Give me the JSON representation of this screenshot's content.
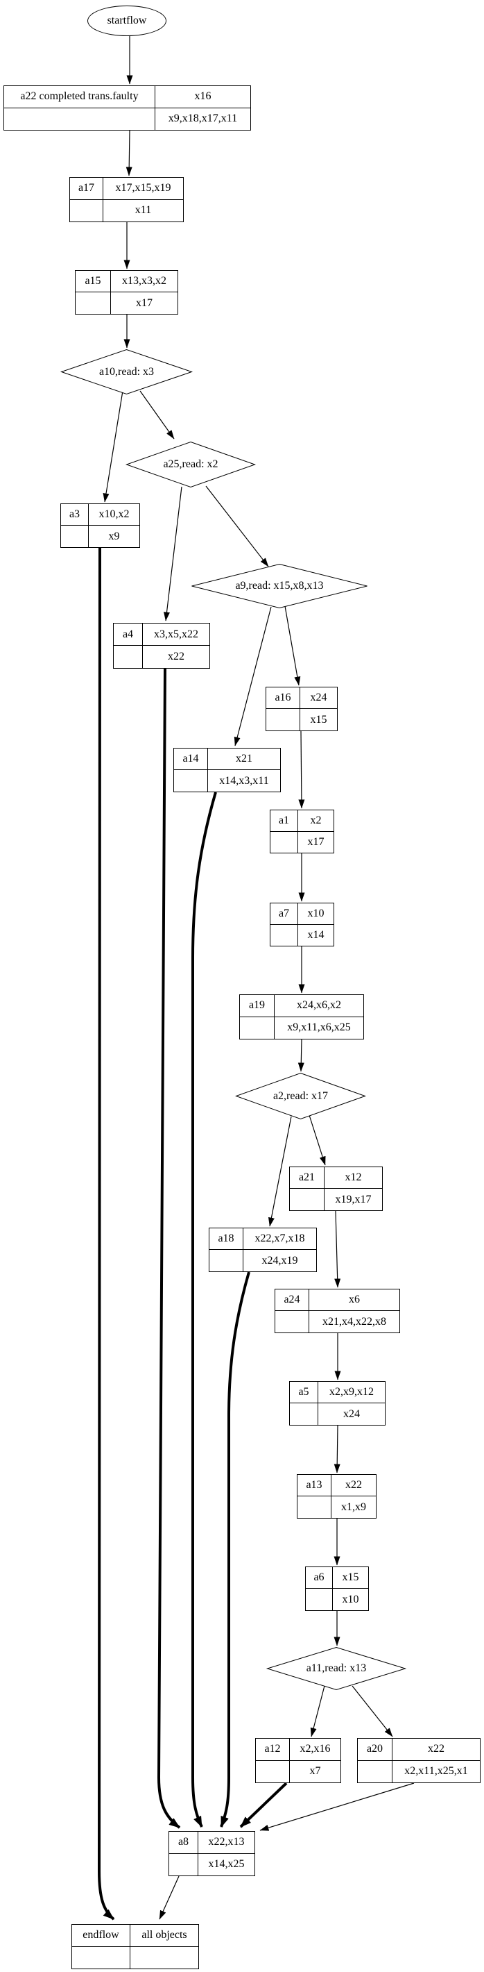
{
  "diagram": {
    "start": {
      "label": "startflow"
    },
    "end": {
      "name": "endflow",
      "scope": "all objects"
    },
    "activities": [
      {
        "id": "a22",
        "name": "a22 completed trans.faulty",
        "top": "x16",
        "bottom": "x9,x18,x17,x11"
      },
      {
        "id": "a17",
        "name": "a17",
        "top": "x17,x15,x19",
        "bottom": "x11"
      },
      {
        "id": "a15",
        "name": "a15",
        "top": "x13,x3,x2",
        "bottom": "x17"
      },
      {
        "id": "a3",
        "name": "a3",
        "top": "x10,x2",
        "bottom": "x9"
      },
      {
        "id": "a4",
        "name": "a4",
        "top": "x3,x5,x22",
        "bottom": "x22"
      },
      {
        "id": "a16",
        "name": "a16",
        "top": "x24",
        "bottom": "x15"
      },
      {
        "id": "a14",
        "name": "a14",
        "top": "x21",
        "bottom": "x14,x3,x11"
      },
      {
        "id": "a1",
        "name": "a1",
        "top": "x2",
        "bottom": "x17"
      },
      {
        "id": "a7",
        "name": "a7",
        "top": "x10",
        "bottom": "x14"
      },
      {
        "id": "a19",
        "name": "a19",
        "top": "x24,x6,x2",
        "bottom": "x9,x11,x6,x25"
      },
      {
        "id": "a21",
        "name": "a21",
        "top": "x12",
        "bottom": "x19,x17"
      },
      {
        "id": "a18",
        "name": "a18",
        "top": "x22,x7,x18",
        "bottom": "x24,x19"
      },
      {
        "id": "a24",
        "name": "a24",
        "top": "x6",
        "bottom": "x21,x4,x22,x8"
      },
      {
        "id": "a5",
        "name": "a5",
        "top": "x2,x9,x12",
        "bottom": "x24"
      },
      {
        "id": "a13",
        "name": "a13",
        "top": "x22",
        "bottom": "x1,x9"
      },
      {
        "id": "a6",
        "name": "a6",
        "top": "x15",
        "bottom": "x10"
      },
      {
        "id": "a12",
        "name": "a12",
        "top": "x2,x16",
        "bottom": "x7"
      },
      {
        "id": "a20",
        "name": "a20",
        "top": "x22",
        "bottom": "x2,x11,x25,x1"
      },
      {
        "id": "a8",
        "name": "a8",
        "top": "x22,x13",
        "bottom": "x14,x25"
      }
    ],
    "decisions": [
      {
        "id": "a10",
        "label": "a10,read: x3"
      },
      {
        "id": "a25",
        "label": "a25,read: x2"
      },
      {
        "id": "a9",
        "label": "a9,read: x15,x8,x13"
      },
      {
        "id": "a2",
        "label": "a2,read: x17"
      },
      {
        "id": "a11",
        "label": "a11,read: x13"
      }
    ],
    "edges": [
      {
        "from": "startflow",
        "to": "a22",
        "bold": false
      },
      {
        "from": "a22",
        "to": "a17",
        "bold": false
      },
      {
        "from": "a17",
        "to": "a15",
        "bold": false
      },
      {
        "from": "a15",
        "to": "a10",
        "bold": false
      },
      {
        "from": "a10",
        "to": "a3",
        "bold": false
      },
      {
        "from": "a10",
        "to": "a25",
        "bold": false
      },
      {
        "from": "a25",
        "to": "a4",
        "bold": false
      },
      {
        "from": "a25",
        "to": "a9",
        "bold": false
      },
      {
        "from": "a9",
        "to": "a14",
        "bold": false
      },
      {
        "from": "a9",
        "to": "a16",
        "bold": false
      },
      {
        "from": "a16",
        "to": "a1",
        "bold": false
      },
      {
        "from": "a1",
        "to": "a7",
        "bold": false
      },
      {
        "from": "a7",
        "to": "a19",
        "bold": false
      },
      {
        "from": "a19",
        "to": "a2",
        "bold": false
      },
      {
        "from": "a2",
        "to": "a18",
        "bold": false
      },
      {
        "from": "a2",
        "to": "a21",
        "bold": false
      },
      {
        "from": "a21",
        "to": "a24",
        "bold": false
      },
      {
        "from": "a24",
        "to": "a5",
        "bold": false
      },
      {
        "from": "a5",
        "to": "a13",
        "bold": false
      },
      {
        "from": "a13",
        "to": "a6",
        "bold": false
      },
      {
        "from": "a6",
        "to": "a11",
        "bold": false
      },
      {
        "from": "a11",
        "to": "a12",
        "bold": false
      },
      {
        "from": "a11",
        "to": "a20",
        "bold": false
      },
      {
        "from": "a3",
        "to": "endflow",
        "bold": true
      },
      {
        "from": "a4",
        "to": "a8",
        "bold": true
      },
      {
        "from": "a14",
        "to": "a8",
        "bold": true
      },
      {
        "from": "a18",
        "to": "a8",
        "bold": true
      },
      {
        "from": "a12",
        "to": "a8",
        "bold": true
      },
      {
        "from": "a20",
        "to": "a8",
        "bold": false
      },
      {
        "from": "a8",
        "to": "endflow",
        "bold": false
      }
    ]
  }
}
